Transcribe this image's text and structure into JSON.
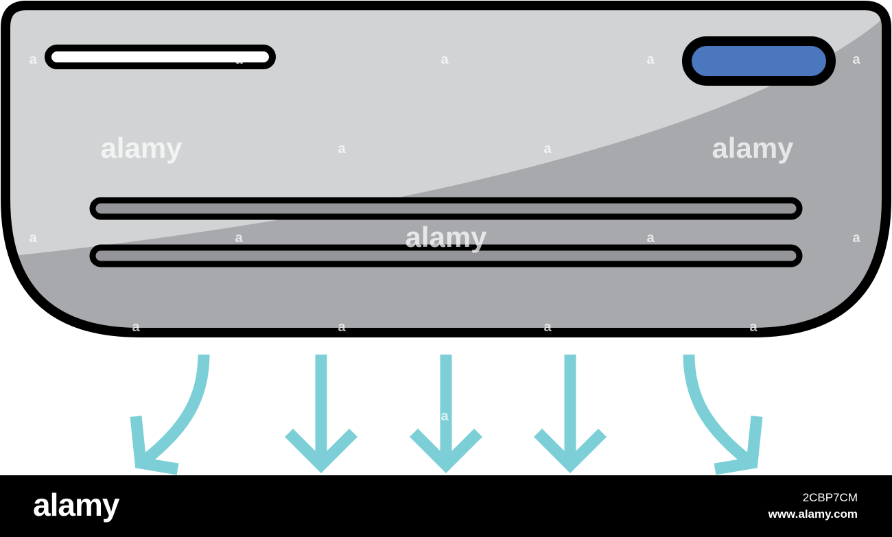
{
  "illustration": {
    "subject_icon": "air-conditioner-icon",
    "airflow_icon": "airflow-arrow-icon",
    "airflow_arrow_count": 5,
    "colors": {
      "outline": "#000000",
      "body_light": "#d1d3d4",
      "body_shade": "#a7a9ac",
      "vent": "#939598",
      "display": "#4a77bd",
      "indicator": "#ffffff",
      "airflow": "#7ccfd6"
    }
  },
  "watermark": {
    "text": "alamy",
    "small_mark": "a"
  },
  "footer": {
    "logo": "alamy",
    "image_id": "2CBP7CM",
    "url": "www.alamy.com",
    "background": "#000000",
    "text_color": "#ffffff"
  }
}
